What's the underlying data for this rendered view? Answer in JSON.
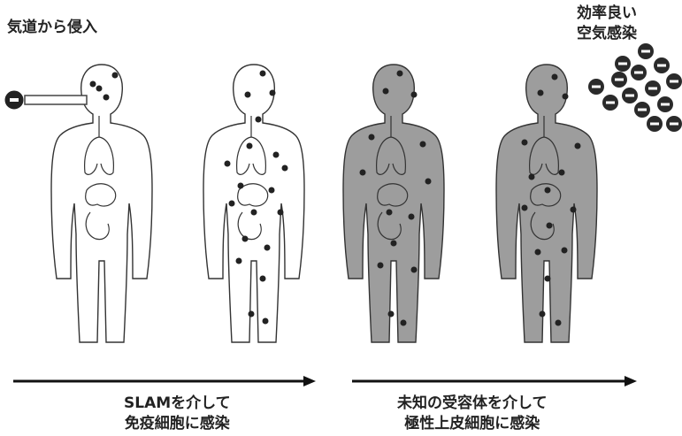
{
  "labels": {
    "entry": "気道から侵入",
    "efficient_line1": "効率良い",
    "efficient_line2": "空気感染",
    "stage1_line1": "SLAMを介して",
    "stage1_line2": "免疫細胞に感染",
    "stage2_line1": "未知の受容体を介して",
    "stage2_line2": "極性上皮細胞に感染"
  },
  "figures": [
    {
      "fill": "#ffffff",
      "stage": "entry"
    },
    {
      "fill": "#ffffff",
      "stage": "immune-spread"
    },
    {
      "fill": "#9d9d9d",
      "stage": "epithelial-spread"
    },
    {
      "fill": "#9d9d9d",
      "stage": "shedding"
    }
  ],
  "colors": {
    "outline": "#333333",
    "virus": "#222222",
    "arrow": "#111111",
    "body_infected": "#9d9d9d"
  }
}
